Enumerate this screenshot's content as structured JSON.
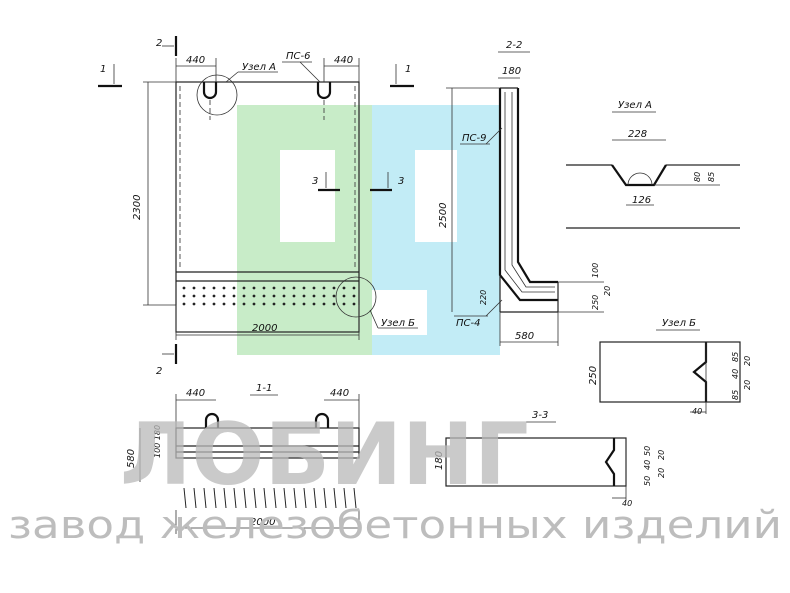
{
  "views": {
    "main": {
      "dim_top_left": "440",
      "dim_top_right": "440",
      "dim_height": "2300",
      "dim_width": "2000",
      "callout_pc6": "ПС-6",
      "node_a_label": "Узел А",
      "node_b_label": "Узел Б",
      "sec1_left": "1",
      "sec1_right": "1",
      "sec2_top": "2",
      "sec2_bottom": "2",
      "sec3_left": "3",
      "sec3_right": "3"
    },
    "section_22": {
      "title": "2-2",
      "dim_top": "180",
      "dim_height": "2500",
      "dim_bottom": "580",
      "callout_pc9": "ПС-9",
      "callout_pc4": "ПС-4",
      "dim_220": "220",
      "dim_100": "100",
      "dim_250": "250",
      "dim_20": "20"
    },
    "node_a": {
      "title": "Узел А",
      "dim_228": "228",
      "dim_80": "80",
      "dim_85": "85",
      "dim_126": "126"
    },
    "node_b": {
      "title": "Узел Б",
      "dim_250": "250",
      "dim_85a": "85",
      "dim_40a": "40",
      "dim_85b": "85",
      "dim_20a": "20",
      "dim_20b": "20",
      "dim_40b": "40"
    },
    "section_11": {
      "title": "1-1",
      "dim_left": "440",
      "dim_right": "440",
      "dim_580": "580",
      "dim_100_180": "100 180",
      "dim_2000": "2000"
    },
    "section_33": {
      "title": "3-3",
      "dim_180": "180",
      "dim_50a": "50",
      "dim_40": "40",
      "dim_50b": "50",
      "dim_20a": "20",
      "dim_20b": "20",
      "dim_40b": "40"
    }
  },
  "watermark": {
    "brand": "ЛОБИНГ",
    "subtitle": "завод железобетонных изделий",
    "colors": {
      "green": "#c8ecc8",
      "blue": "#c2ecf6",
      "gray": "#b9b9b9"
    }
  }
}
